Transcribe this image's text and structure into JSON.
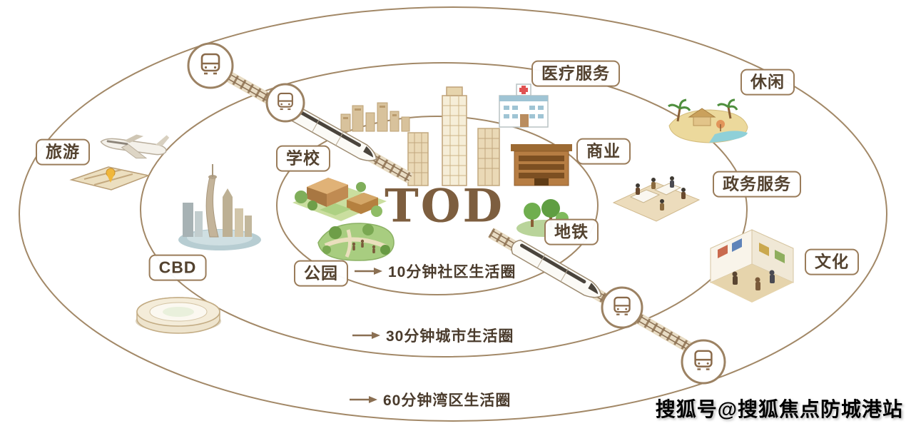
{
  "diagram": {
    "title": "TOD",
    "nodes": {
      "tourism": {
        "label": "旅游",
        "icon": "airplane-map-icon"
      },
      "school": {
        "label": "学校",
        "icon": "school-campus-icon"
      },
      "medical": {
        "label": "医疗服务",
        "icon": "hospital-icon"
      },
      "business": {
        "label": "商业",
        "icon": "mall-icon"
      },
      "leisure": {
        "label": "休闲",
        "icon": "beach-resort-icon"
      },
      "government": {
        "label": "政务服务",
        "icon": "office-scene-icon"
      },
      "metro": {
        "label": "地铁",
        "icon": "trees-icon"
      },
      "park": {
        "label": "公园",
        "icon": "park-icon"
      },
      "cbd": {
        "label": "CBD",
        "icon": "city-skyline-icon"
      },
      "culture": {
        "label": "文化",
        "icon": "culture-gallery-icon"
      }
    },
    "rings": [
      {
        "label": "10分钟社区生活圈"
      },
      {
        "label": "30分钟城市生活圈"
      },
      {
        "label": "60分钟湾区生活圈"
      }
    ],
    "decorations": [
      {
        "icon": "airplane-icon"
      },
      {
        "icon": "travel-map-icon"
      },
      {
        "icon": "stadium-icon"
      },
      {
        "icon": "buildings-cluster-icon"
      },
      {
        "icon": "tod-towers-icon"
      },
      {
        "icon": "railway-track-icon"
      },
      {
        "icon": "highspeed-train-icon"
      },
      {
        "icon": "metro-station-icon"
      },
      {
        "icon": "ring-arrow-icon"
      }
    ],
    "watermark": "搜狐号@搜狐焦点防城港站",
    "colors": {
      "ring_stroke": "#a28867",
      "label_border": "#9a7c5a",
      "label_text": "#53422f",
      "title_text": "#7d5e3f",
      "ring_label_text": "#4a3b2c",
      "track_tie": "#9c8263",
      "accent_green": "#7fae5a",
      "watermark_text": "#000000"
    }
  }
}
